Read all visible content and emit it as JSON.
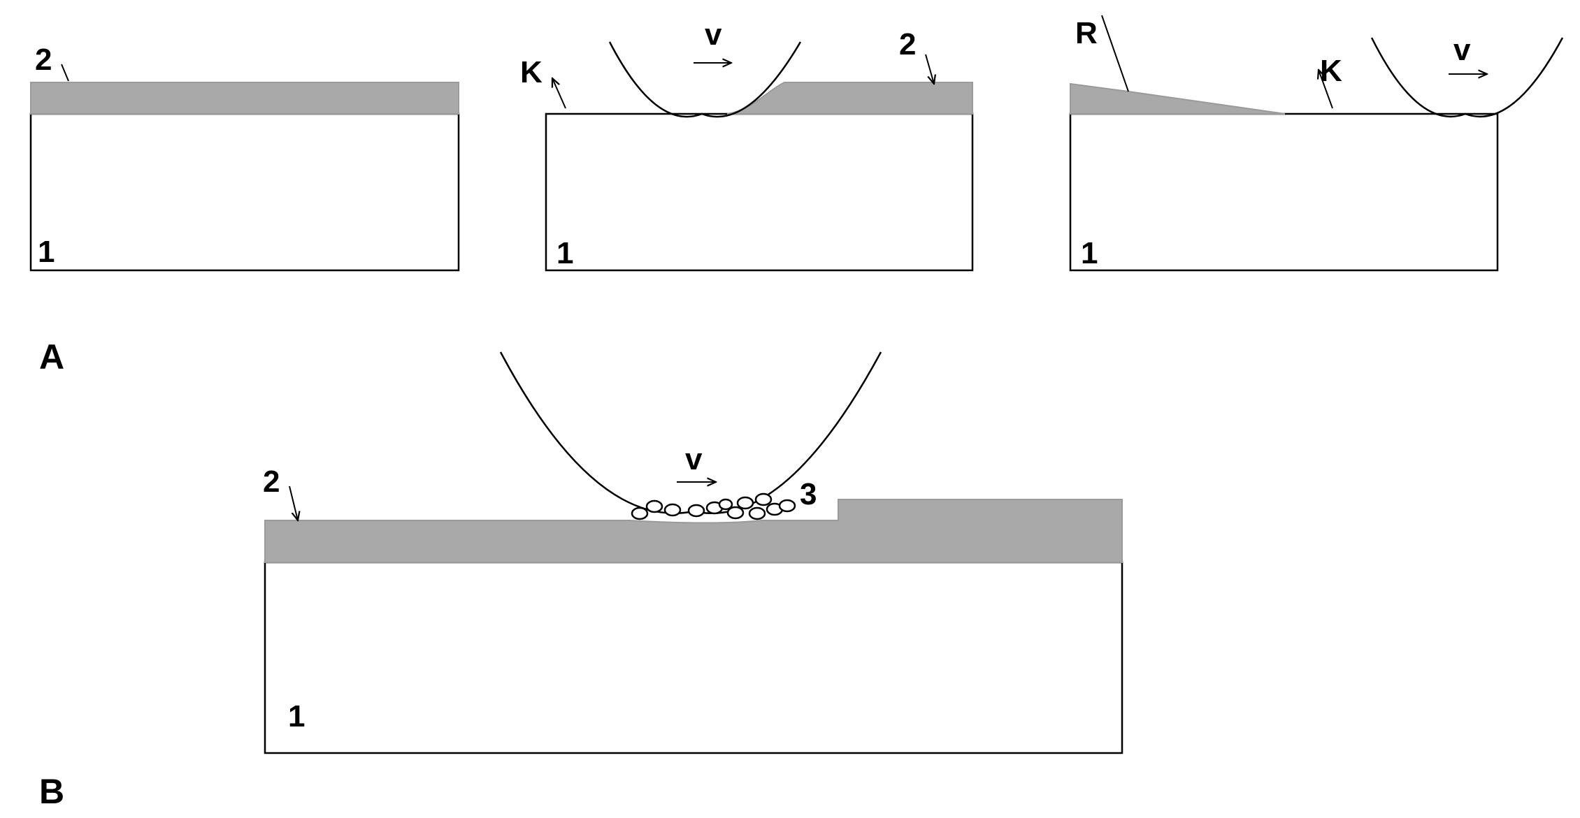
{
  "panel_a": {
    "label": "A",
    "step1": {
      "substrate_label": "1",
      "film_label": "2"
    },
    "step2": {
      "substrate_label": "1",
      "film_label": "2",
      "k_label": "K",
      "v_label": "v"
    },
    "step3": {
      "substrate_label": "1",
      "r_label": "R",
      "k_label": "K",
      "v_label": "v"
    }
  },
  "panel_b": {
    "label": "B",
    "substrate_label": "1",
    "film_label": "2",
    "particles_label": "3",
    "v_label": "v"
  },
  "colors": {
    "film": "#a9a9a9",
    "substrate": "#ffffff",
    "stroke": "#000000"
  }
}
